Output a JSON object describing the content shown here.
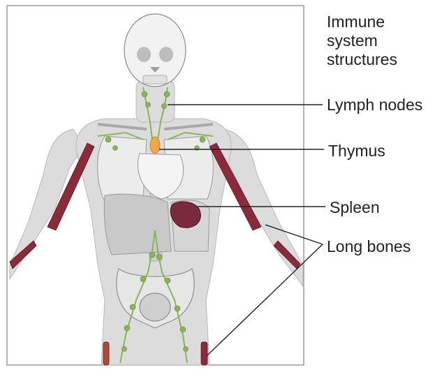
{
  "title": [
    "Immune",
    "system",
    "structures"
  ],
  "labels": {
    "lymph_nodes": "Lymph nodes",
    "thymus": "Thymus",
    "spleen": "Spleen",
    "long_bones": "Long bones"
  },
  "colors": {
    "skin": "#dadada",
    "bone": "#f0f0f0",
    "lymph": "#8bb45a",
    "thymus": "#f2a64a",
    "spleen": "#7a2a3c",
    "marrow": "#8a2a3a",
    "frame": "#9a9a9a"
  },
  "icons": [
    "skeleton-illustration",
    "lymph-node-icon",
    "thymus-icon",
    "spleen-icon",
    "long-bone-icon"
  ]
}
